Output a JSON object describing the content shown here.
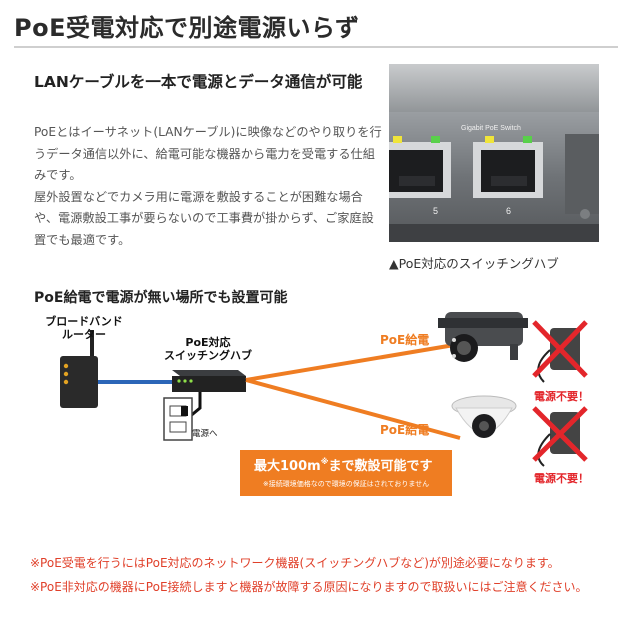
{
  "title": "PoE受電対応で別途電源いらず",
  "section1": {
    "heading": "LANケーブルを一本で電源とデータ通信が可能",
    "paragraph1": "PoEとはイーサネット(LANケーブル)に映像などのやり取りを行うデータ通信以外に、給電可能な機器から電力を受電する仕組みです。",
    "paragraph2": "屋外設置などでカメラ用に電源を敷設することが困難な場合や、電源敷設工事が要らないので工事費が掛からず、ご家庭設置でも最適です。"
  },
  "photo": {
    "panel_label": "Gigabit PoE Switch",
    "port_numbers": [
      "5",
      "6"
    ],
    "caption": "▲PoE対応のスイッチングハブ"
  },
  "section2": {
    "heading": "PoE給電で電源が無い場所でも設置可能"
  },
  "diagram": {
    "router_label_line1": "ブロードバンド",
    "router_label_line2": "ルーター",
    "hub_label_line1": "PoE対応",
    "hub_label_line2": "スイッチングハブ",
    "outlet_label": "電源へ",
    "poe_label_top": "PoE給電",
    "poe_label_bottom": "PoE給電",
    "no_power_top": "電源不要！",
    "no_power_bottom": "電源不要！",
    "distance_main_a": "最大100m",
    "distance_main_sup": "※",
    "distance_main_b": "まで敷設可能です",
    "distance_sub": "※接続環境価格なので環境の保証はされておりません",
    "colors": {
      "orange": "#ef7d22",
      "red": "#e3262b",
      "blue": "#2c66b8"
    }
  },
  "notes": [
    "※PoE受電を行うにはPoE対応のネットワーク機器(スイッチングハブなど)が別途必要になります。",
    "※PoE非対応の機器にPoE接続しますと機器が故障する原因になりますので取扱いにはご注意ください。"
  ]
}
